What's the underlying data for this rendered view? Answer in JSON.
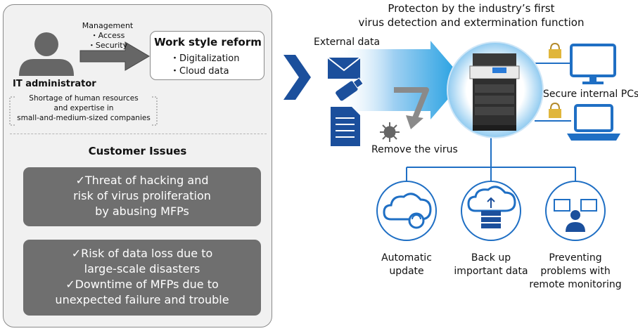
{
  "left": {
    "management": {
      "title": "Management",
      "items": [
        "・Access",
        "・Security"
      ]
    },
    "work_style": {
      "title": "Work style reform",
      "items": [
        "・Digitalization",
        "・Cloud data"
      ]
    },
    "it_admin": "IT administrator",
    "shortage_lines": [
      "Shortage of human resources",
      "and expertise in",
      "small-and-medium-sized companies"
    ],
    "issues_title": "Customer Issues",
    "issue1_lines": [
      "✓Threat of hacking and",
      "risk of virus proliferation",
      "by abusing MFPs"
    ],
    "issue2_lines": [
      "✓Risk of data loss due to",
      "large-scale disasters",
      "✓Downtime of MFPs due to",
      "unexpected failure and trouble"
    ]
  },
  "right": {
    "title_lines": [
      "Protecton by the industry’s first",
      "virus detection and extermination function"
    ],
    "external_data": "External data",
    "remove_virus": "Remove the virus",
    "secure_pcs": "Secure internal PCs",
    "features": [
      {
        "lines": [
          "Automatic",
          "update"
        ],
        "icon": "cloud-sync-icon"
      },
      {
        "lines": [
          "Back up",
          "important data"
        ],
        "icon": "cloud-server-icon"
      },
      {
        "lines": [
          "Preventing",
          "problems with",
          "remote monitoring"
        ],
        "icon": "remote-monitoring-icon"
      }
    ]
  },
  "colors": {
    "accent_blue": "#1f6fc4",
    "dark_blue": "#1b4f9c",
    "gray_box": "#6f6f6f",
    "panel_bg": "#f1f1f1"
  }
}
